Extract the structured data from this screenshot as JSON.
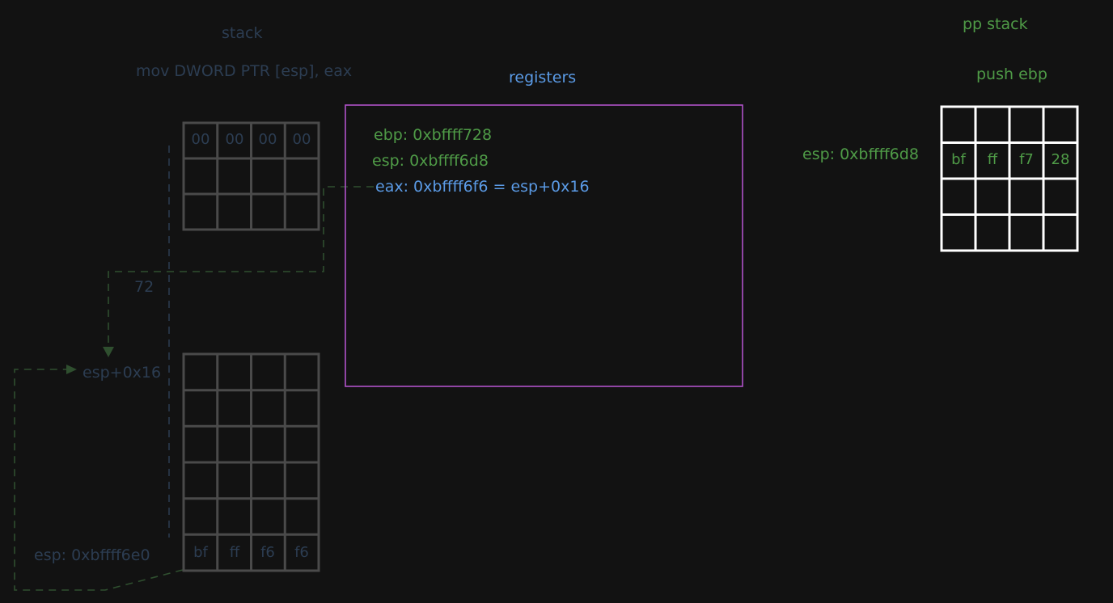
{
  "left": {
    "title": "stack",
    "instruction": "mov DWORD PTR [esp], eax",
    "top_row": [
      "00",
      "00",
      "00",
      "00"
    ],
    "bottom_row": [
      "bf",
      "ff",
      "f6",
      "f6"
    ],
    "offset_label": "72",
    "target_label": "esp+0x16",
    "esp_label": "esp: 0xbffff6e0"
  },
  "registers": {
    "title": "registers",
    "ebp": "ebp: 0xbffff728",
    "esp": "esp: 0xbffff6d8",
    "eax": "eax: 0xbffff6f6 = esp+0x16"
  },
  "right": {
    "title": "pp stack",
    "instruction": "push ebp",
    "esp_label": "esp: 0xbffff6d8",
    "row": [
      "bf",
      "ff",
      "f7",
      "28"
    ]
  },
  "colors": {
    "background": "#121212",
    "dim_blue": "#2c3d52",
    "blue": "#5b9be6",
    "green": "#4f9b47",
    "purple": "#b052c8",
    "grid_gray": "#4a4a4a",
    "white": "#ffffff"
  }
}
